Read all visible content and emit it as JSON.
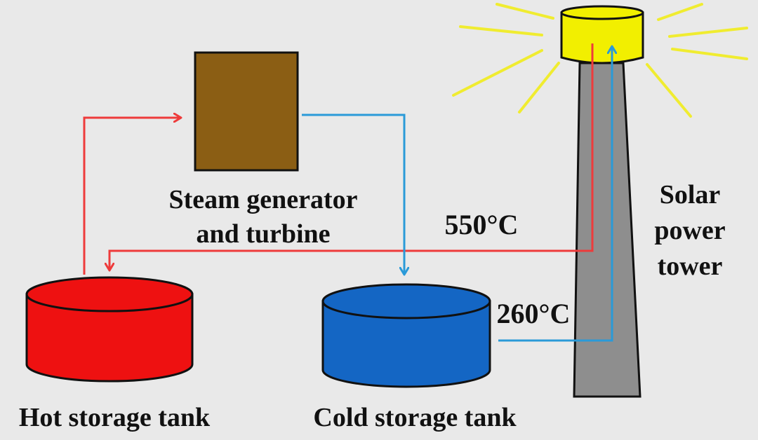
{
  "labels": {
    "steam_generator_line1": "Steam generator",
    "steam_generator_line2": "and turbine",
    "temp_hot": "550°C",
    "temp_cold": "260°C",
    "tower_line1": "Solar",
    "tower_line2": "power",
    "tower_line3": "tower",
    "hot_tank": "Hot storage tank",
    "cold_tank": "Cold storage tank"
  },
  "colors": {
    "background": "#e9e9e9",
    "hot_line": "#ee3b3b",
    "cold_line": "#2a9ad8",
    "hot_tank": "#ee1111",
    "cold_tank": "#1466c4",
    "generator": "#8b5e14",
    "tower": "#8e8e8e",
    "receiver": "#f2ef00",
    "sun_rays": "#f0ec30"
  }
}
